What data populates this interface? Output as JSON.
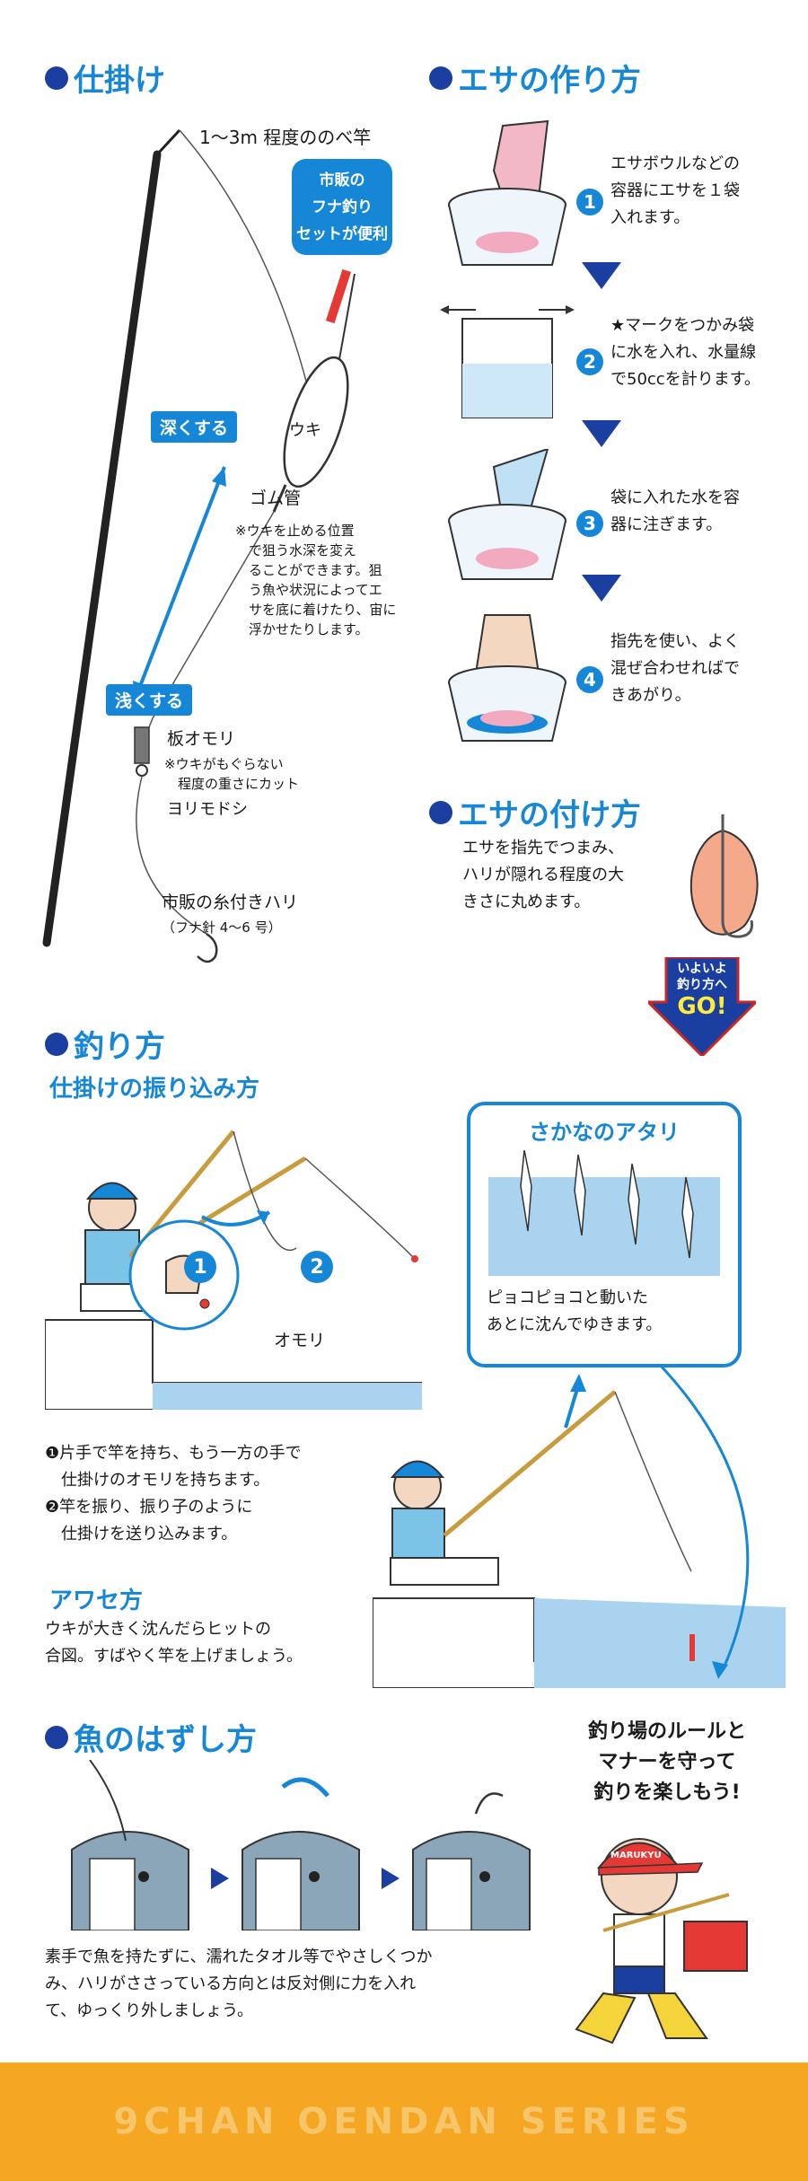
{
  "sections": {
    "shikake": {
      "title": "仕掛け"
    },
    "esa_tsukuri": {
      "title": "エサの作り方"
    },
    "esa_tsuke": {
      "title": "エサの付け方"
    },
    "tsurikata": {
      "title": "釣り方",
      "subtitle": "仕掛けの振り込み方"
    },
    "sakana_hazushi": {
      "title": "魚のはずし方"
    }
  },
  "shikake": {
    "rod_label": "1～3m 程度ののべ竿",
    "bubble": [
      "市販の",
      "フナ釣り",
      "セットが便利"
    ],
    "float_label": "ウキ",
    "deeper": "深くする",
    "rubber_label": "ゴム管",
    "rubber_note": "※ウキを止める位置\n　で狙う水深を変え\n　ることができます。狙\n　う魚や状況によってエ\n　サを底に着けたり、宙に\n　浮かせたりします。",
    "shallower": "浅くする",
    "sinker_label": "板オモリ",
    "sinker_note": "※ウキがもぐらない\n　程度の重さにカット",
    "swivel_label": "ヨリモドシ",
    "hook_label": "市販の糸付きハリ",
    "hook_note": "（フナ針 4～6 号）"
  },
  "esa_steps": [
    {
      "num": "1",
      "text": "エサボウルなどの\n容器にエサを１袋\n入れます。"
    },
    {
      "num": "2",
      "text": "★マークをつかみ袋\nに水を入れ、水量線\nで50ccを計ります。"
    },
    {
      "num": "3",
      "text": "袋に入れた水を容\n器に注ぎます。"
    },
    {
      "num": "4",
      "text": "指先を使い、よく\n混ぜ合わせればで\nきあがり。"
    }
  ],
  "esa_tsuke_text": "エサを指先でつまみ、\nハリが隠れる程度の大\nきさに丸めます。",
  "go_sign": {
    "line1": "いよいよ",
    "line2": "釣り方へ",
    "line3": "GO!"
  },
  "atari": {
    "title": "さかなのアタリ",
    "text": "ピョコピョコと動いた\nあとに沈んでゆきます。"
  },
  "tsurikata": {
    "step1_num": "1",
    "step2_num": "2",
    "omori_label": "オモリ",
    "instructions": "❶片手で竿を持ち、もう一方の手で\n　仕掛けのオモリを持ちます。\n❷竿を振り、振り子のように\n　仕掛けを送り込みます。",
    "awase_title": "アワセ方",
    "awase_text": "ウキが大きく沈んだらヒットの\n合図。すばやく竿を上げましょう。"
  },
  "hazushi_text": "素手で魚を持たずに、濡れたタオル等でやさしくつか\nみ、ハリがささっている方向とは反対側に力を入れ\nて、ゆっくり外しましょう。",
  "manners": {
    "text": "釣り場のルールと\nマナーを守って\n釣りを楽しもう!",
    "cap_text": "MARUKYU"
  },
  "footer": {
    "text": "9CHAN OENDAN SERIES"
  },
  "colors": {
    "accent": "#1687d6",
    "dark_blue": "#1b3fa0",
    "footer": "#f5a623",
    "water": "#a9d3ef"
  }
}
